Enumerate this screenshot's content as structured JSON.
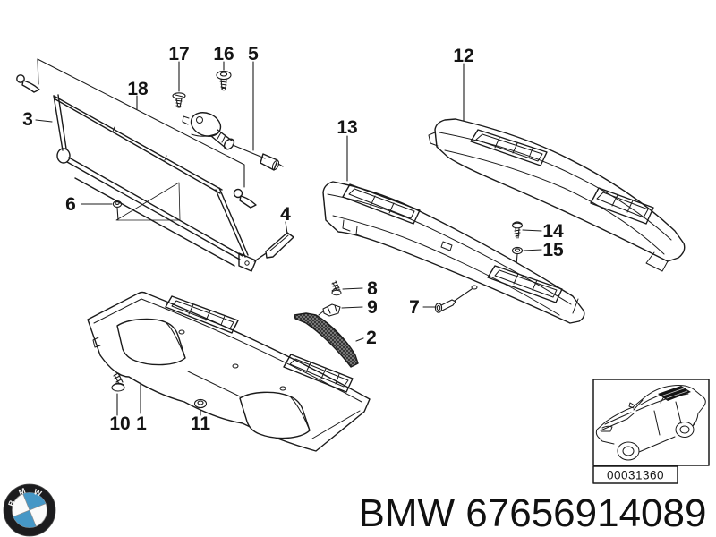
{
  "diagram": {
    "callouts": [
      {
        "label": "1"
      },
      {
        "label": "2"
      },
      {
        "label": "3"
      },
      {
        "label": "4"
      },
      {
        "label": "5"
      },
      {
        "label": "6"
      },
      {
        "label": "7"
      },
      {
        "label": "8"
      },
      {
        "label": "9"
      },
      {
        "label": "10"
      },
      {
        "label": "11"
      },
      {
        "label": "12"
      },
      {
        "label": "13"
      },
      {
        "label": "14"
      },
      {
        "label": "15"
      },
      {
        "label": "16"
      },
      {
        "label": "17"
      },
      {
        "label": "18"
      }
    ]
  },
  "inset": {
    "image_code": "00031360"
  },
  "footer": {
    "brand": "BMW",
    "part_number": "67656914089"
  },
  "logo": {
    "letters": [
      "B",
      "M",
      "W"
    ]
  },
  "colors": {
    "line": "#1b1b1b",
    "bmw_blue": "#4697c6",
    "mesh_gray": "#919191",
    "background": "#ffffff"
  }
}
